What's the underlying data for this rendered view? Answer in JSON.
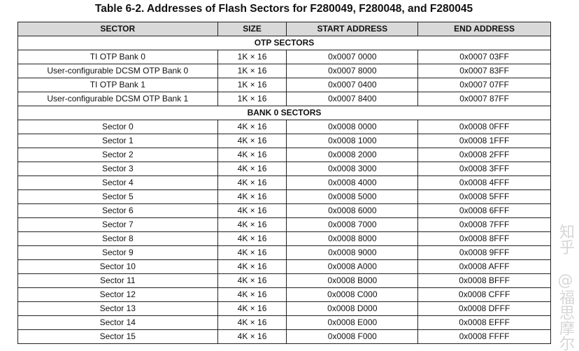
{
  "title": "Table 6-2. Addresses of Flash Sectors for F280049, F280048, and F280045",
  "columns": [
    "SECTOR",
    "SIZE",
    "START ADDRESS",
    "END ADDRESS"
  ],
  "groups": [
    {
      "label": "OTP SECTORS",
      "rows": [
        [
          "TI OTP Bank 0",
          "1K × 16",
          "0x0007 0000",
          "0x0007 03FF"
        ],
        [
          "User-configurable DCSM OTP Bank 0",
          "1K × 16",
          "0x0007 8000",
          "0x0007 83FF"
        ],
        [
          "TI OTP Bank 1",
          "1K × 16",
          "0x0007 0400",
          "0x0007 07FF"
        ],
        [
          "User-configurable DCSM OTP Bank 1",
          "1K × 16",
          "0x0007 8400",
          "0x0007 87FF"
        ]
      ]
    },
    {
      "label": "BANK 0 SECTORS",
      "rows": [
        [
          "Sector 0",
          "4K × 16",
          "0x0008 0000",
          "0x0008 0FFF"
        ],
        [
          "Sector 1",
          "4K × 16",
          "0x0008 1000",
          "0x0008 1FFF"
        ],
        [
          "Sector 2",
          "4K × 16",
          "0x0008 2000",
          "0x0008 2FFF"
        ],
        [
          "Sector 3",
          "4K × 16",
          "0x0008 3000",
          "0x0008 3FFF"
        ],
        [
          "Sector 4",
          "4K × 16",
          "0x0008 4000",
          "0x0008 4FFF"
        ],
        [
          "Sector 5",
          "4K × 16",
          "0x0008 5000",
          "0x0008 5FFF"
        ],
        [
          "Sector 6",
          "4K × 16",
          "0x0008 6000",
          "0x0008 6FFF"
        ],
        [
          "Sector 7",
          "4K × 16",
          "0x0008 7000",
          "0x0008 7FFF"
        ],
        [
          "Sector 8",
          "4K × 16",
          "0x0008 8000",
          "0x0008 8FFF"
        ],
        [
          "Sector 9",
          "4K × 16",
          "0x0008 9000",
          "0x0008 9FFF"
        ],
        [
          "Sector 10",
          "4K × 16",
          "0x0008 A000",
          "0x0008 AFFF"
        ],
        [
          "Sector 11",
          "4K × 16",
          "0x0008 B000",
          "0x0008 BFFF"
        ],
        [
          "Sector 12",
          "4K × 16",
          "0x0008 C000",
          "0x0008 CFFF"
        ],
        [
          "Sector 13",
          "4K × 16",
          "0x0008 D000",
          "0x0008 DFFF"
        ],
        [
          "Sector 14",
          "4K × 16",
          "0x0008 E000",
          "0x0008 EFFF"
        ],
        [
          "Sector 15",
          "4K × 16",
          "0x0008 F000",
          "0x0008 FFFF"
        ]
      ]
    }
  ],
  "watermark": "知乎 @福思摩尔"
}
